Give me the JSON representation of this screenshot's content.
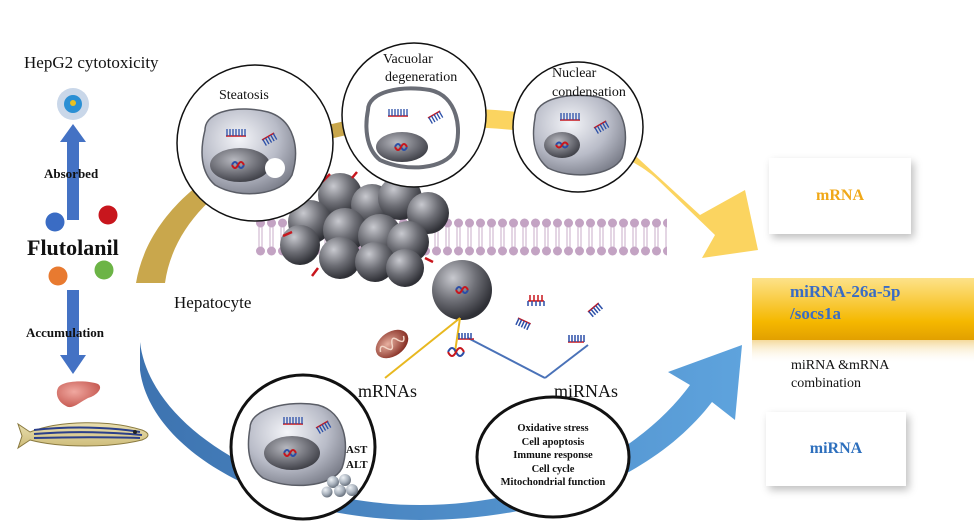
{
  "left": {
    "cytotoxicity": "HepG2 cytotoxicity",
    "absorbed": "Absorbed",
    "compound": "Flutolanil",
    "accumulation": "Accumulation",
    "dot_colors": [
      "#3a6cc4",
      "#c8161d",
      "#e87a30",
      "#6cb446"
    ]
  },
  "cell_label": "Hepatocyte",
  "circles": {
    "steatosis": "Steatosis",
    "vacuolar_1": "Vacuolar",
    "vacuolar_2": "degeneration",
    "nuclear_1": "Nuclear",
    "nuclear_2": "condensation",
    "ast": "AST",
    "alt": "ALT"
  },
  "pathways": [
    "Oxidative stress",
    "Cell apoptosis",
    "Immune response",
    "Cell cycle",
    "Mitochondrial function"
  ],
  "molecules": {
    "mrnas": "mRNAs",
    "mirnas": "miRNAs"
  },
  "right": {
    "mrna_box": "mRNA",
    "key_1": "miRNA-26a-5p",
    "key_2": "/socs1a",
    "combo_1": "miRNA &mRNA",
    "combo_2": "combination",
    "mirna_box": "miRNA"
  },
  "colors": {
    "arc_gold": "#c9a74c",
    "arc_yellow": "#fbd460",
    "arc_blue": "#3d73b0",
    "arc_lightblue": "#5ea3dd",
    "arrow_blue": "#4472c4",
    "mrna_text": "#f0a818",
    "key_text": "#3a6cc4",
    "mirna_text": "#2d6fbd",
    "mrna_line": "#e8b820",
    "mirna_line": "#4a72b8"
  }
}
